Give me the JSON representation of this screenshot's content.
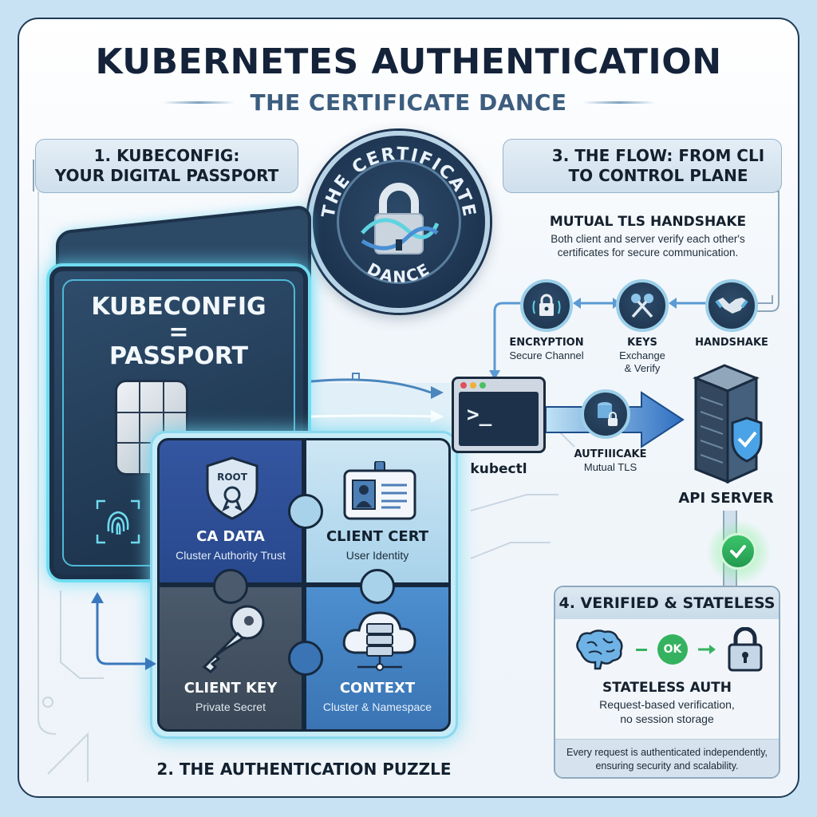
{
  "header": {
    "title": "KUBERNETES AUTHENTICATION",
    "subtitle": "THE CERTIFICATE DANCE"
  },
  "badge": {
    "top_text": "THE CERTIFICATE",
    "bottom_text": "DANCE",
    "icon": "padlock-icon"
  },
  "section1": {
    "heading_line1": "1. KUBECONFIG:",
    "heading_line2": "YOUR DIGITAL PASSPORT",
    "passport_line1": "KUBECONFIG",
    "passport_line2": "=",
    "passport_line3": "PASSPORT",
    "icons": [
      "chip-icon",
      "fingerprint-icon"
    ]
  },
  "section2": {
    "caption": "2. THE AUTHENTICATION PUZZLE",
    "pieces": [
      {
        "title": "CA DATA",
        "subtitle": "Cluster Authority Trust",
        "badge_text": "ROOT",
        "icon": "root-shield-icon",
        "color": "#2f509a"
      },
      {
        "title": "CLIENT CERT",
        "subtitle": "User Identity",
        "icon": "id-badge-icon",
        "color": "#bfe0f1"
      },
      {
        "title": "CLIENT KEY",
        "subtitle": "Private Secret",
        "icon": "key-icon",
        "color": "#434f60"
      },
      {
        "title": "CONTEXT",
        "subtitle": "Cluster & Namespace",
        "icon": "cloud-server-icon",
        "color": "#4384c4"
      }
    ]
  },
  "section3": {
    "heading_line1": "3. THE FLOW: FROM CLI",
    "heading_line2": "TO CONTROL PLANE",
    "mtls_title": "MUTUAL TLS HANDSHAKE",
    "mtls_desc_line1": "Both client and server verify each other's",
    "mtls_desc_line2": "certificates for secure communication.",
    "steps": [
      {
        "title": "ENCRYPTION",
        "sub1": "Secure Channel",
        "sub2": "",
        "icon": "lock-signal-icon"
      },
      {
        "title": "KEYS",
        "sub1": "Exchange",
        "sub2": "& Verify",
        "icon": "keys-icon"
      },
      {
        "title": "HANDSHAKE",
        "sub1": "",
        "sub2": "",
        "icon": "handshake-icon"
      }
    ],
    "client": {
      "label": "kubectl",
      "prompt": ">_",
      "icon": "terminal-icon"
    },
    "link": {
      "title": "AUTFIIICAKE",
      "subtitle": "Mutual TLS",
      "icon": "database-lock-icon"
    },
    "server": {
      "label": "API SERVER",
      "icon": "server-shield-icon"
    }
  },
  "section4": {
    "heading": "4. VERIFIED & STATELESS",
    "ok_label": "OK",
    "title": "STATELESS AUTH",
    "desc_line1": "Request-based verification,",
    "desc_line2": "no session storage",
    "footer_line1": "Every request is authenticated independently,",
    "footer_line2": "ensuring security and scalability.",
    "icons": [
      "brain-icon",
      "ok-icon",
      "padlock-icon"
    ]
  },
  "colors": {
    "background": "#c9e2f3",
    "navy": "#1d334b",
    "glow_cyan": "#6fdcf0",
    "accent_blue": "#3a7fd0",
    "success_green": "#35b25f"
  }
}
